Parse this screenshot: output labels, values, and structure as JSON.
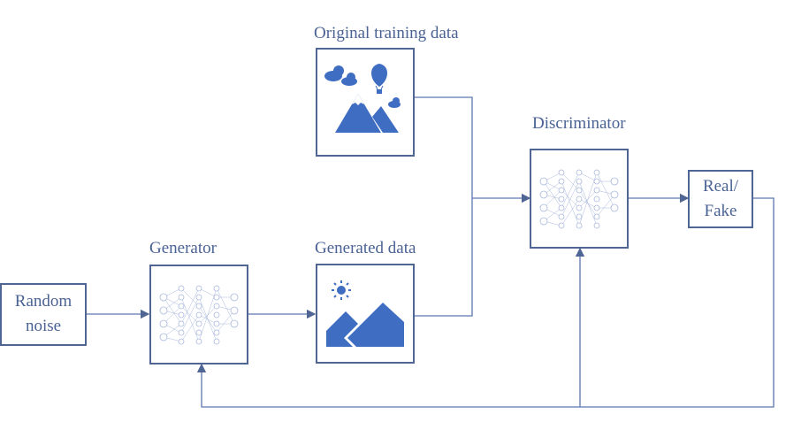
{
  "nodes": {
    "random_noise": {
      "line1": "Random",
      "line2": "noise"
    },
    "generator": {
      "label": "Generator",
      "icon": "neural-network-icon"
    },
    "generated_data": {
      "label": "Generated data",
      "icon": "landscape-sun-icon"
    },
    "original_data": {
      "label": "Original training data",
      "icon": "mountain-balloon-icon"
    },
    "discriminator": {
      "label": "Discriminator",
      "icon": "neural-network-icon"
    },
    "output": {
      "line1": "Real/",
      "line2": "Fake"
    }
  },
  "colors": {
    "line": "#5b77b0",
    "border": "#4f6594",
    "text": "#4a6294",
    "icon": "#3f6dc2"
  }
}
